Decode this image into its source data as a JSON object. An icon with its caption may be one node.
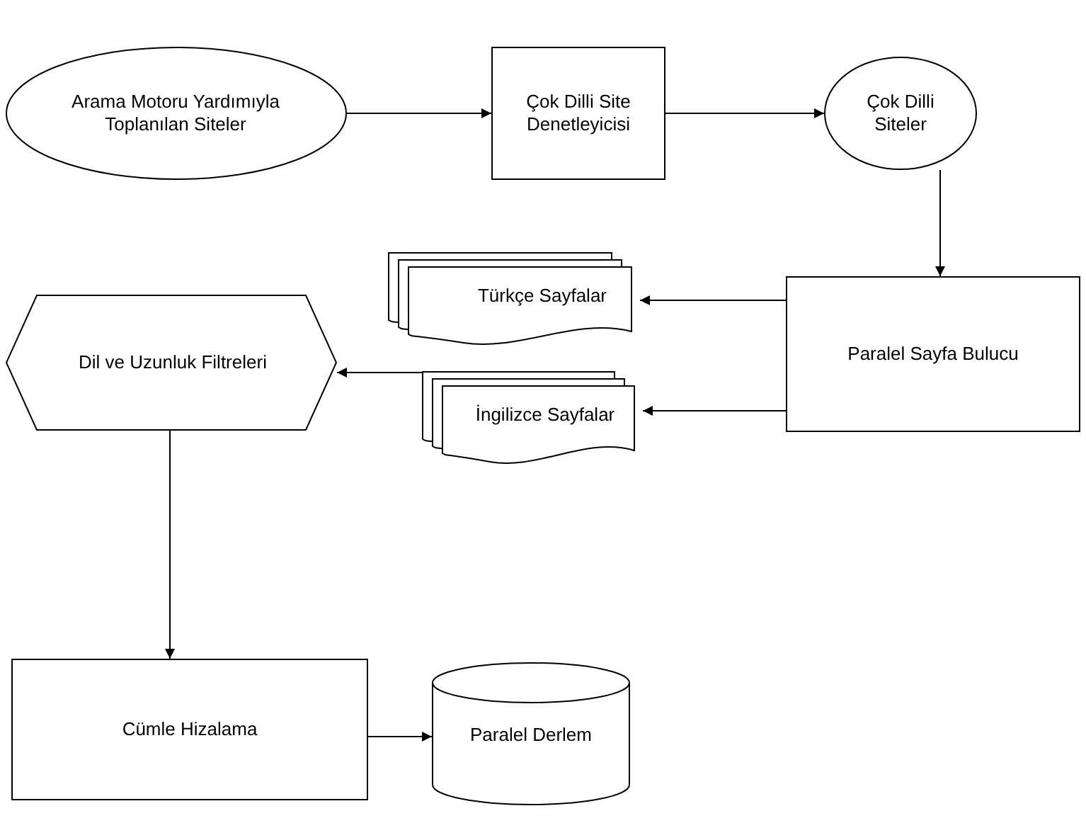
{
  "diagram": {
    "nodes": [
      {
        "text": [
          "Arama Motoru Yardımıyla Toplanılan Siteler"
        ]
      },
      {
        "text": [
          "Çok Dilli Site Denetleyicisi"
        ]
      },
      {
        "text": [
          "Çok Dilli Siteler"
        ]
      },
      {
        "text": [
          "Paralel Sayfa Bulucu"
        ]
      },
      {
        "text": [
          "Türkçe Sayfalar"
        ]
      },
      {
        "text": [
          "İngilizce Sayfalar"
        ]
      },
      {
        "text": [
          "Dil ve Uzunluk Filtreleri"
        ]
      },
      {
        "text": [
          "Cümle Hizalama"
        ]
      },
      {
        "text": [
          "Paralel Derlem"
        ]
      }
    ],
    "edges": [
      {
        "from": 0,
        "to": 1,
        "arrow": "to"
      },
      {
        "from": 1,
        "to": 2,
        "arrow": "to"
      },
      {
        "from": 2,
        "to": 3,
        "arrow": "to"
      },
      {
        "from": 3,
        "to": 4,
        "arrow": "to"
      },
      {
        "from": 3,
        "to": 5,
        "arrow": "to"
      },
      {
        "from": 5,
        "to": 6,
        "arrow": "to"
      },
      {
        "from": 6,
        "to": 7,
        "arrow": "to"
      },
      {
        "from": 7,
        "to": 8,
        "arrow": "to"
      }
    ]
  }
}
